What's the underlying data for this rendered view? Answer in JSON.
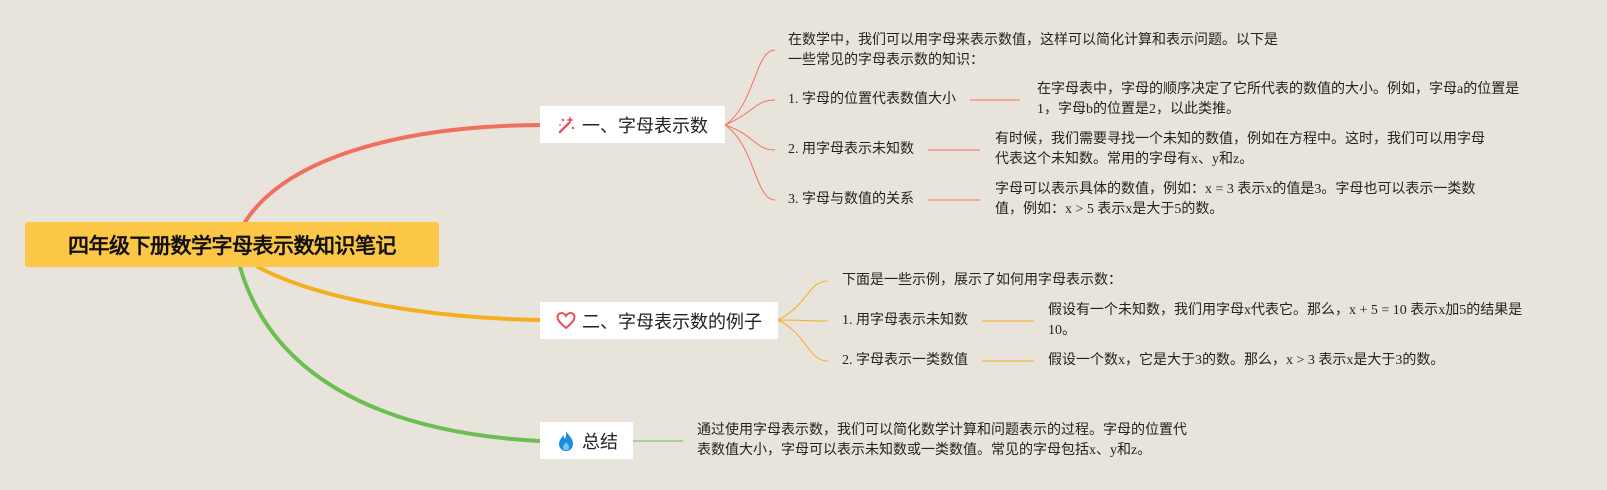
{
  "title": "四年级下册数学字母表示数知识笔记",
  "branches": [
    {
      "label": "一、字母表示数",
      "icon": "magic-wand-icon",
      "color": "#f0705f",
      "intro": [
        "在数学中，我们可以用字母来表示数值，这样可以简化计算和表示问题。以下是",
        "一些常见的字母表示数的知识："
      ],
      "items": [
        {
          "label": "1. 字母的位置代表数值大小",
          "detail": [
            "在字母表中，字母的顺序决定了它所代表的数值的大小。例如，字母a的位置是",
            "1，字母b的位置是2，以此类推。"
          ]
        },
        {
          "label": "2. 用字母表示未知数",
          "detail": [
            "有时候，我们需要寻找一个未知的数值，例如在方程中。这时，我们可以用字母",
            "代表这个未知数。常用的字母有x、y和z。"
          ]
        },
        {
          "label": "3. 字母与数值的关系",
          "detail": [
            "字母可以表示具体的数值，例如：x = 3 表示x的值是3。字母也可以表示一类数",
            "值，例如：x > 5 表示x是大于5的数。"
          ]
        }
      ]
    },
    {
      "label": "二、字母表示数的例子",
      "icon": "heart-icon",
      "color": "#f5ae1e",
      "intro": [
        "下面是一些示例，展示了如何用字母表示数："
      ],
      "items": [
        {
          "label": "1. 用字母表示未知数",
          "detail": [
            "假设有一个未知数，我们用字母x代表它。那么，x + 5 = 10 表示x加5的结果是",
            "10。"
          ]
        },
        {
          "label": "2. 字母表示一类数值",
          "detail": [
            "假设一个数x，它是大于3的数。那么，x > 3 表示x是大于3的数。"
          ]
        }
      ]
    },
    {
      "label": "总结",
      "icon": "flame-icon",
      "color": "#6cbd52",
      "detail": [
        "通过使用字母表示数，我们可以简化数学计算和问题表示的过程。字母的位置代",
        "表数值大小，字母可以表示未知数或一类数值。常见的字母包括x、y和z。"
      ]
    }
  ]
}
